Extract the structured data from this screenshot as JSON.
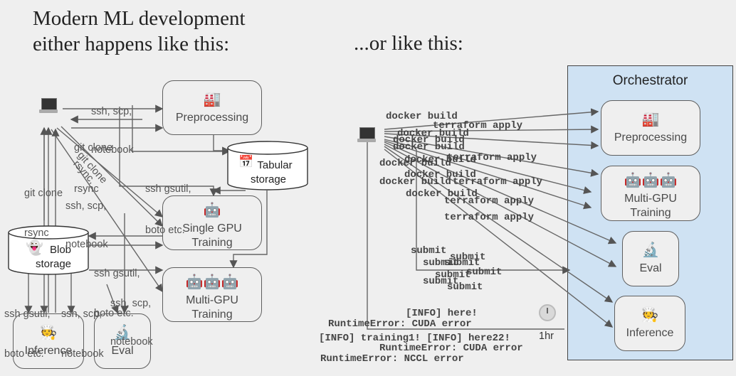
{
  "left_heading": [
    "Modern ML development",
    "either happens like this:"
  ],
  "right_heading": "...or like this:",
  "orchestrator": {
    "title": "Orchestrator"
  },
  "left_nodes": {
    "preprocessing": "Preprocessing",
    "single_gpu": [
      "Single GPU",
      "Training"
    ],
    "multi_gpu": [
      "Multi-GPU",
      "Training"
    ],
    "inference": "Inference",
    "eval": "Eval",
    "tabular": [
      "Tabular",
      "storage"
    ],
    "blob": [
      "Blob",
      "storage"
    ]
  },
  "right_nodes": {
    "preprocessing": "Preprocessing",
    "multi_gpu": [
      "Multi-GPU",
      "Training"
    ],
    "eval": "Eval",
    "inference": "Inference"
  },
  "left_labels": {
    "ssh_scp_notebook_top": [
      "ssh, scp,",
      "notebook"
    ],
    "git_clone_rsync_top": [
      "git clone",
      "rsync"
    ],
    "git_clone_diag": "git clone",
    "rsync_diag": "rsync,",
    "git_clone_rsync_left": [
      "git clone",
      "rsync"
    ],
    "ssh_scp_notebook_mid": [
      "ssh, scp,",
      "notebook"
    ],
    "ssh_gsutil_boto_1": [
      "ssh gsutil,",
      "boto etc."
    ],
    "ssh_gsutil_boto_2": [
      "ssh gsutil,",
      "boto etc."
    ],
    "ssh_scp_notebook_low": [
      "ssh, scp,",
      "notebook"
    ],
    "ssh_gsutil_boto_3": [
      "ssh gsutil,",
      "boto etc."
    ],
    "ssh_scp_notebook_bottom": [
      "ssh, scp,",
      "notebook"
    ]
  },
  "right_labels": {
    "docker_builds": [
      "docker build",
      "docker build",
      "docker build",
      "docker build",
      "docker build",
      "docker build",
      "docker build",
      "docker build",
      "docker build"
    ],
    "terraform_applies": [
      "terraform apply",
      "terraform apply",
      "terraform apply",
      "terraform apply",
      "terraform apply"
    ],
    "submits": [
      "submit",
      "submit",
      "submit",
      "submit",
      "submit",
      "submit",
      "submit",
      "submit"
    ],
    "info_here": "[INFO] here!",
    "cuda_error_1": "RuntimeError: CUDA error",
    "training_line": "[INFO] training1! [INFO] here22!",
    "cuda_error_2": "RuntimeError: CUDA error",
    "nccl_error": "RuntimeError: NCCL error",
    "duration": "1hr"
  },
  "icons": {
    "laptop": "laptop-icon",
    "factory": "factory-icon",
    "robot": "robot-icon",
    "calendar": "calendar-icon",
    "ghost": "ghost-icon",
    "cook": "cook-icon",
    "microscope": "microscope-icon",
    "stopwatch": "stopwatch-icon"
  }
}
